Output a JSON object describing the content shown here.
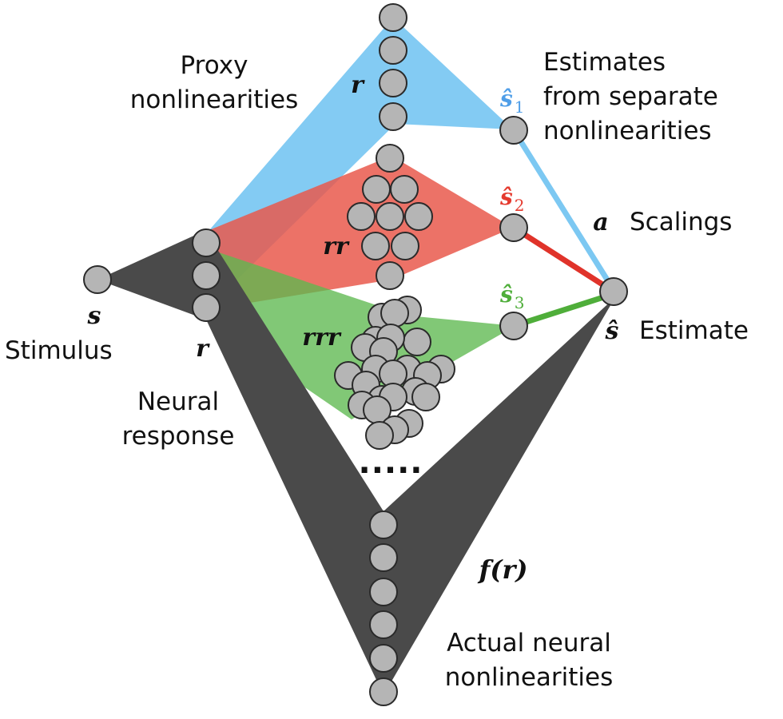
{
  "colors": {
    "dark": "#4a4a4a",
    "blue": "#7cc8f2",
    "red": "#e9594c",
    "green": "#5db84f",
    "blue_text": "#4f9ee8",
    "red_text": "#e53a2e",
    "green_text": "#4fae3a",
    "node_fill": "#b5b5b5"
  },
  "labels": {
    "proxy_1": "Proxy",
    "proxy_2": "nonlinearities",
    "estimates_1": "Estimates",
    "estimates_2": "from separate",
    "estimates_3": "nonlinearities",
    "scalings": "Scalings",
    "estimate": "Estimate",
    "stimulus": "Stimulus",
    "neural_1": "Neural",
    "neural_2": "response",
    "actual_1": "Actual neural",
    "actual_2": "nonlinearities"
  },
  "math": {
    "s": "s",
    "r": "r",
    "r_top": "r",
    "rr": "rr",
    "rrr": "rrr",
    "a": "a",
    "s_hat": "ŝ",
    "f_r": "f(r)",
    "s_hat_1": "ŝ",
    "sub_1": "1",
    "s_hat_2": "ŝ",
    "sub_2": "2",
    "s_hat_3": "ŝ",
    "sub_3": "3"
  },
  "ellipsis": "....."
}
